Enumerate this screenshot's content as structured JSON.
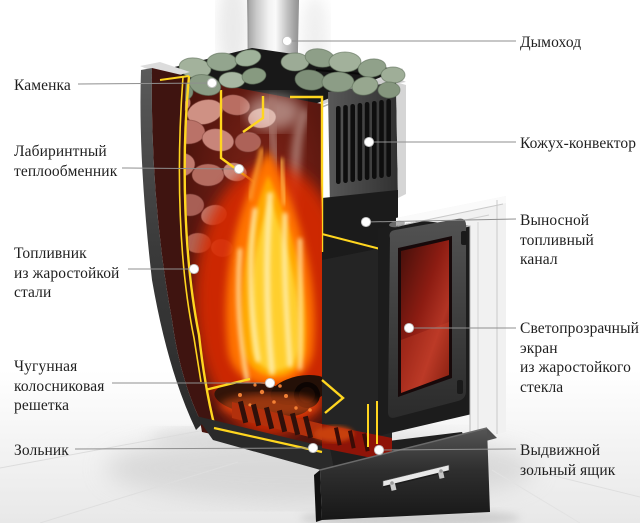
{
  "labels": {
    "left": [
      {
        "id": "kamenka",
        "text": "Каменка"
      },
      {
        "id": "heat-exchanger",
        "text": "Лабиринтный\nтеплообменник"
      },
      {
        "id": "firebox",
        "text": "Топливник\nиз жаростойкой\nстали"
      },
      {
        "id": "grate",
        "text": "Чугунная\nколосниковая\nрешетка"
      },
      {
        "id": "ash-pit",
        "text": "Зольник"
      }
    ],
    "right": [
      {
        "id": "chimney",
        "text": "Дымоход"
      },
      {
        "id": "convector",
        "text": "Кожух-конвектор"
      },
      {
        "id": "fuel-channel",
        "text": "Выносной\nтопливный\nканал"
      },
      {
        "id": "glass-screen",
        "text": "Светопрозрачный\nэкран\nиз жаростойкого\nстекла"
      },
      {
        "id": "ash-drawer",
        "text": "Выдвижной\nзольный ящик"
      }
    ]
  },
  "colors": {
    "background": "#ffffff",
    "label_color": "#1f1f1f",
    "leader_line": "#8f8f8f",
    "accent_yellow": "#ffd61f",
    "flame_orange": "#ff7300",
    "interior_red": "#5c1810",
    "body_dark": "#2e2e2e",
    "silver": "#e8e8e8",
    "stone_green": "#97a78f",
    "stone_pink": "#c27d72"
  }
}
